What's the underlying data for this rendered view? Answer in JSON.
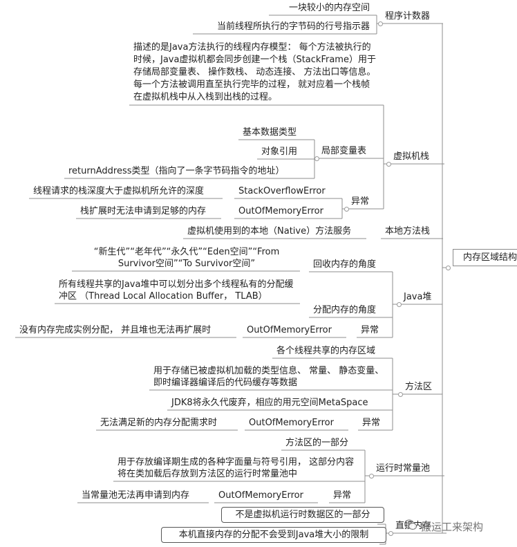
{
  "mindmap": {
    "root": "内存区域结构",
    "nodes": [
      {
        "id": "pc",
        "text": "程序计数器",
        "parent": "root"
      },
      {
        "id": "pc_a",
        "text": "一块较小的内存空间",
        "parent": "pc"
      },
      {
        "id": "pc_b",
        "text": "当前线程所执行的字节码的行号指示器",
        "parent": "pc"
      },
      {
        "id": "vms",
        "text": "虚拟机栈",
        "parent": "root"
      },
      {
        "id": "vms_desc",
        "text": "描述的是Java方法执行的线程内存模型： 每个方法被执行的时候，Java虚拟机都会同步创建一个栈（StackFrame）用于存储局部变量表、 操作数栈、 动态连接、 方法出口等信息。 每一个方法被调用直至执行完毕的过程， 就对应着一个栈帧在虚拟机栈中从入栈到出栈的过程。",
        "parent": "vms"
      },
      {
        "id": "lvt",
        "text": "局部变量表",
        "parent": "vms"
      },
      {
        "id": "lvt_a",
        "text": "基本数据类型",
        "parent": "lvt"
      },
      {
        "id": "lvt_b",
        "text": "对象引用",
        "parent": "lvt"
      },
      {
        "id": "lvt_c",
        "text": "returnAddress类型（指向了一条字节码指令的地址）",
        "parent": "lvt"
      },
      {
        "id": "vms_ex",
        "text": "异常",
        "parent": "vms"
      },
      {
        "id": "soe",
        "text": "StackOverflowError",
        "parent": "vms_ex"
      },
      {
        "id": "soe_d",
        "text": "线程请求的栈深度大于虚拟机所允许的深度",
        "parent": "soe"
      },
      {
        "id": "oom1",
        "text": "OutOfMemoryError",
        "parent": "vms_ex"
      },
      {
        "id": "oom1_d",
        "text": "栈扩展时无法申请到足够的内存",
        "parent": "oom1"
      },
      {
        "id": "nms",
        "text": "本地方法栈",
        "parent": "root"
      },
      {
        "id": "nms_d",
        "text": "虚拟机使用到的本地（Native）方法服务",
        "parent": "nms"
      },
      {
        "id": "heap",
        "text": "Java堆",
        "parent": "root"
      },
      {
        "id": "recycle",
        "text": "回收内存的角度",
        "parent": "heap"
      },
      {
        "id": "recycle_d",
        "text": "“新生代”“老年代”“永久代”“Eden空间”“From Survivor空间”“To Survivor空间”",
        "parent": "recycle"
      },
      {
        "id": "alloc",
        "text": "分配内存的角度",
        "parent": "heap"
      },
      {
        "id": "alloc_d",
        "text": "所有线程共享的Java堆中可以划分出多个线程私有的分配缓冲区 （Thread Local Allocation Buffer， TLAB）",
        "parent": "alloc"
      },
      {
        "id": "heap_ex",
        "text": "异常",
        "parent": "heap"
      },
      {
        "id": "oom2",
        "text": "OutOfMemoryError",
        "parent": "heap_ex"
      },
      {
        "id": "oom2_d",
        "text": "没有内存完成实例分配， 并且堆也无法再扩展时",
        "parent": "oom2"
      },
      {
        "id": "ma",
        "text": "方法区",
        "parent": "root"
      },
      {
        "id": "ma_a",
        "text": "各个线程共享的内存区域",
        "parent": "ma"
      },
      {
        "id": "ma_b",
        "text": "用于存储已被虚拟机加载的类型信息、 常量、 静态变量、 即时编译器编译后的代码缓存等数据",
        "parent": "ma"
      },
      {
        "id": "ma_c",
        "text": "JDK8将永久代废弃，相应的用元空间MetaSpace",
        "parent": "ma"
      },
      {
        "id": "ma_ex",
        "text": "异常",
        "parent": "ma"
      },
      {
        "id": "oom3",
        "text": "OutOfMemoryError",
        "parent": "ma_ex"
      },
      {
        "id": "oom3_d",
        "text": "无法满足新的内存分配需求时",
        "parent": "oom3"
      },
      {
        "id": "rcp",
        "text": "运行时常量池",
        "parent": "root"
      },
      {
        "id": "rcp_a",
        "text": "方法区的一部分",
        "parent": "rcp"
      },
      {
        "id": "rcp_b",
        "text": "用于存放编译期生成的各种字面量与符号引用， 这部分内容将在类加载后存放到方法区的运行时常量池中",
        "parent": "rcp"
      },
      {
        "id": "rcp_ex",
        "text": "异常",
        "parent": "rcp"
      },
      {
        "id": "oom4",
        "text": "OutOfMemoryError",
        "parent": "rcp_ex"
      },
      {
        "id": "oom4_d",
        "text": "当常量池无法再申请到内存",
        "parent": "oom4"
      },
      {
        "id": "dm",
        "text": "直接内存",
        "parent": "root"
      },
      {
        "id": "dm_a",
        "text": "不是虚拟机运行时数据区的一部分",
        "parent": "dm"
      },
      {
        "id": "dm_b",
        "text": "本机直接内存的分配不会受到Java堆大小的限制",
        "parent": "dm"
      }
    ]
  },
  "watermark": {
    "text": "搬运工来架构",
    "icon": "wechat-icon"
  },
  "colors": {
    "line": "#8c8c8c",
    "text": "#222222",
    "border": "#555555"
  }
}
